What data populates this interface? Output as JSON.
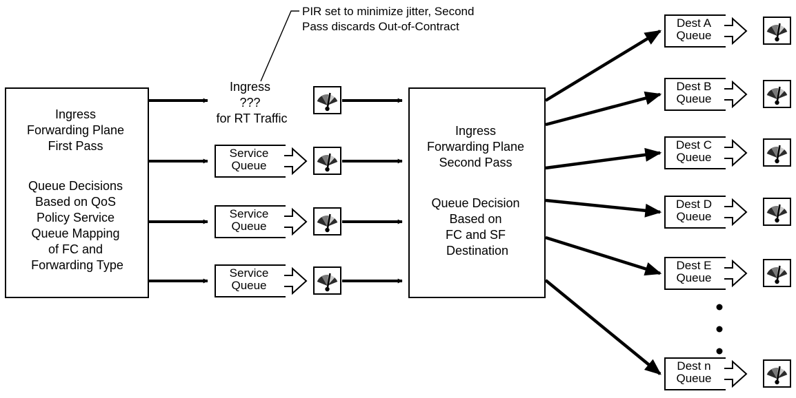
{
  "annotation": [
    "PIR set to minimize jitter, Second",
    "Pass discards Out-of-Contract"
  ],
  "first_pass": {
    "lines": [
      "Ingress",
      "Forwarding Plane",
      "First Pass",
      "",
      "Queue Decisions",
      "Based on QoS",
      "Policy Service",
      "Queue Mapping",
      "of FC and",
      "Forwarding Type"
    ]
  },
  "rt_label": [
    "Ingress",
    "???",
    "for RT Traffic"
  ],
  "service_queues": [
    {
      "lines": [
        "Service",
        "Queue"
      ]
    },
    {
      "lines": [
        "Service",
        "Queue"
      ]
    },
    {
      "lines": [
        "Service",
        "Queue"
      ]
    }
  ],
  "second_pass": {
    "lines": [
      "Ingress",
      "Forwarding Plane",
      "Second Pass",
      "",
      "Queue Decision",
      "Based on",
      "FC and SF",
      "Destination"
    ]
  },
  "dest_queues": [
    {
      "lines": [
        "Dest A",
        "Queue"
      ]
    },
    {
      "lines": [
        "Dest B",
        "Queue"
      ]
    },
    {
      "lines": [
        "Dest C",
        "Queue"
      ]
    },
    {
      "lines": [
        "Dest D",
        "Queue"
      ]
    },
    {
      "lines": [
        "Dest E",
        "Queue"
      ]
    },
    {
      "lines": [
        "Dest n",
        "Queue"
      ]
    }
  ],
  "colors": {
    "line": "#000000",
    "gauge_dark": "#2b2b2b",
    "gauge_mid": "#7a7a7a",
    "gauge_light": "#c8c8c8",
    "background": "#ffffff"
  },
  "icons": {
    "meter": "gauge-meter-icon",
    "queue_arrow": "hollow-arrow-icon",
    "dots": "ellipsis-dots-icon"
  }
}
